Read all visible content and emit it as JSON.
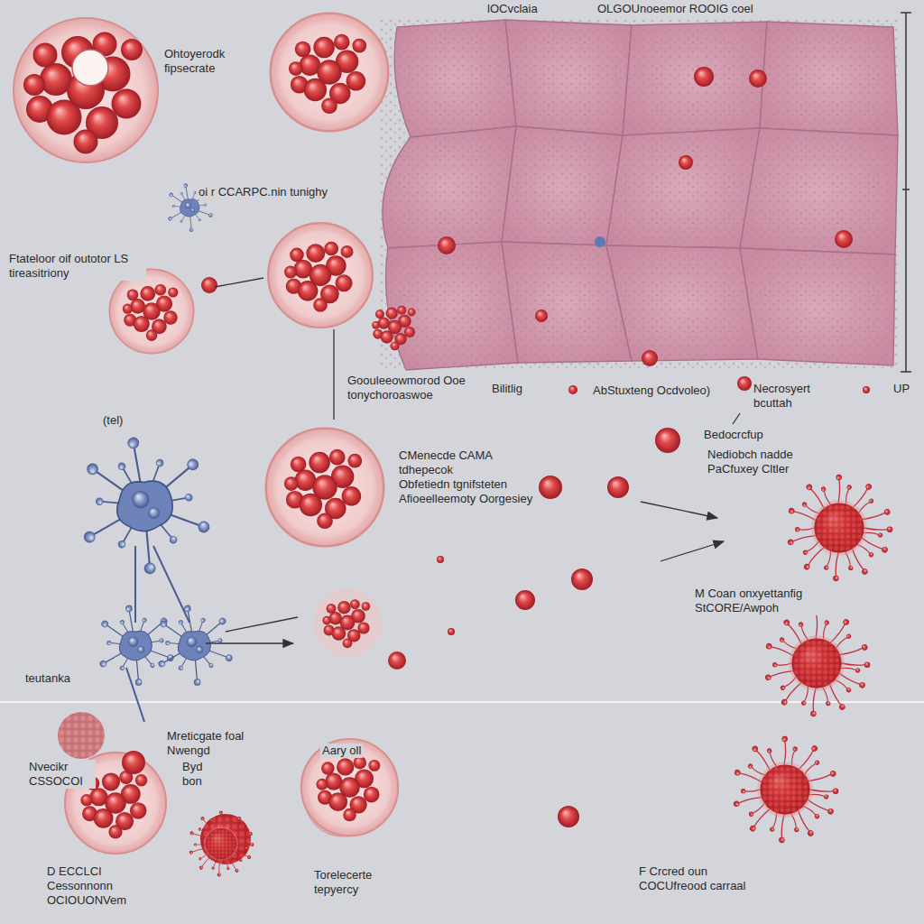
{
  "diagram": {
    "labels": [
      "lOCvclaia",
      "OLGOUnoeemor ROOIG coel",
      "Ohtoyerodk fipsecrate",
      "oi r CCARPC.nin tunighy",
      "Ftateloor oif outotor LS tireasitriony",
      "Goouleeowmorod Ooe tonychoroaswoe",
      "Bilitlig",
      "AbStuxteng Ocdvoleo)",
      "Necrosyert bcuttah",
      "UP",
      "(tel)",
      "CMenecde CAMA tdhepecok",
      "Obfetiedn tgnifsteten Afioeelleemoty Oorgesiey",
      "Bedocrcfup",
      "Nediobch nadde PaCfuxey Cltler",
      "M Coan onxyettanfig StCORE/Awpoh",
      "teutanka",
      "Mreticgate foal Nwengd",
      "Byd bon",
      "Nvecikr CSSOCOI",
      "Aary oll",
      "D ECCLCI Cessonnonn OCIOUONVem",
      "Torelecerte tepyercy",
      "F Crcred oun COCUfreood carraal"
    ]
  }
}
